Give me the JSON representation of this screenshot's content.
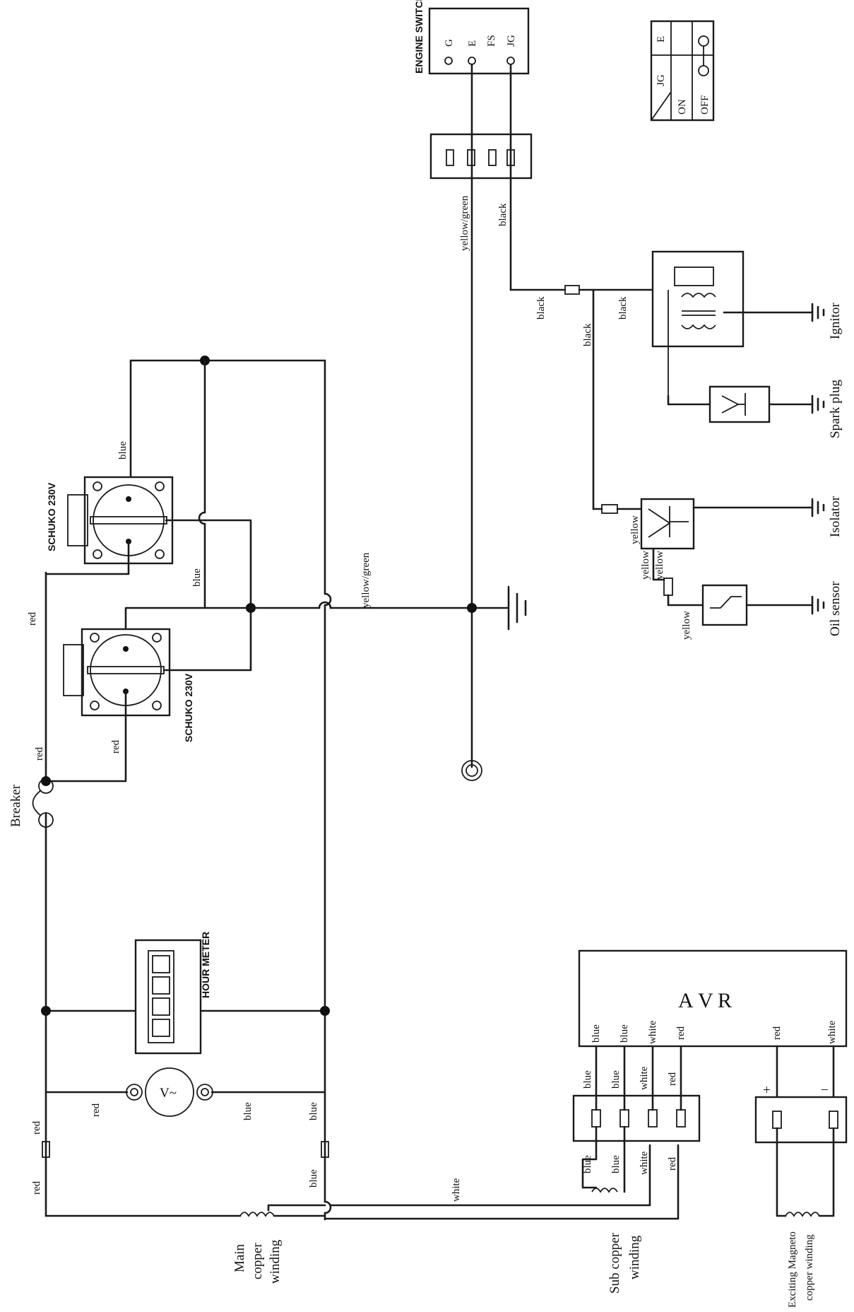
{
  "engine_switch": {
    "title": "ENGINE SWITCH",
    "terminals": [
      "G",
      "E",
      "FS",
      "JG"
    ]
  },
  "switch_table": {
    "headers": [
      "JG",
      "E"
    ],
    "rows": [
      "ON",
      "OFF"
    ]
  },
  "wire_colors": {
    "red": "red",
    "blue": "blue",
    "white": "white",
    "yellow": "yellow",
    "yellow_green": "yellow/green",
    "black": "black"
  },
  "sockets": {
    "upper": "SCHUKO 230V",
    "lower": "SCHUKO 230V"
  },
  "components": {
    "breaker": "Breaker",
    "hour_meter": "HOUR METER",
    "ignitor": "Ignitor",
    "spark_plug": "Spark plug",
    "isolator": "Isolator",
    "oil_sensor": "Oil sensor",
    "avr": [
      "A",
      "V",
      "R"
    ],
    "plus": "+",
    "minus": "−"
  },
  "windings": {
    "main": [
      "Main",
      "copper",
      "winding"
    ],
    "sub": [
      "Sub copper",
      "winding"
    ],
    "exciting": [
      "Exciting Magneto",
      "copper winding"
    ]
  }
}
